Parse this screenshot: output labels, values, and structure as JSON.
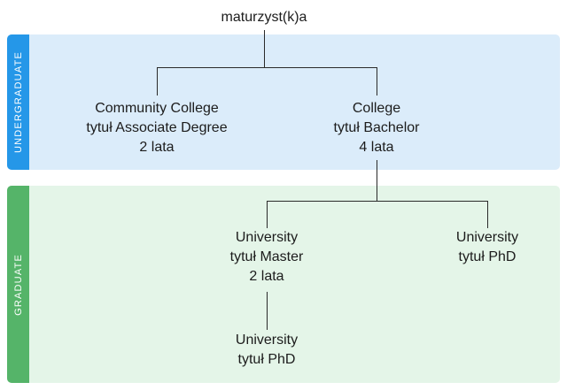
{
  "title": "maturzyst(k)a",
  "bands": {
    "undergraduate": {
      "label": "UNDERGRADUATE",
      "tab_color": "#2597e8",
      "bg_color": "#dbecfa"
    },
    "graduate": {
      "label": "GRADUATE",
      "tab_color": "#55b469",
      "bg_color": "#e4f5e8"
    }
  },
  "nodes": {
    "community_college": {
      "lines": [
        "Community College",
        "tytuł Associate Degree",
        "2 lata"
      ]
    },
    "college": {
      "lines": [
        "College",
        "tytuł Bachelor",
        "4 lata"
      ]
    },
    "university_master": {
      "lines": [
        "University",
        "tytuł Master",
        "2 lata"
      ]
    },
    "university_phd_right": {
      "lines": [
        "University",
        "tytuł PhD"
      ]
    },
    "university_phd_bottom": {
      "lines": [
        "University",
        "tytuł PhD"
      ]
    }
  },
  "line_color": "#2a2a2a"
}
